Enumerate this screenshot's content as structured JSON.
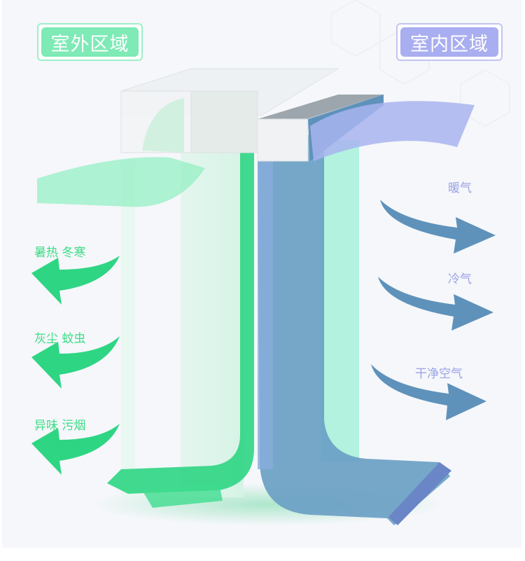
{
  "zones": {
    "outdoor": "室外区域",
    "indoor": "室内区域"
  },
  "outdoor_blocked": [
    "暑热 冬寒",
    "灰尘 蚊虫",
    "异味 污烟"
  ],
  "indoor_flows": [
    "暖气",
    "冷气",
    "干净空气"
  ],
  "colors": {
    "green": "#2ed583",
    "blue": "#5f92bb",
    "purple": "#a9aef0"
  }
}
